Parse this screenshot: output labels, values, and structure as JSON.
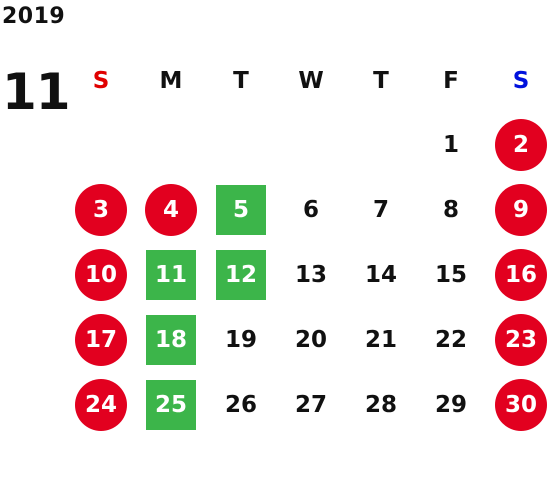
{
  "year": "2019",
  "month": "11",
  "weekdays": [
    {
      "label": "S",
      "kind": "sun"
    },
    {
      "label": "M",
      "kind": "weekday"
    },
    {
      "label": "T",
      "kind": "weekday"
    },
    {
      "label": "W",
      "kind": "weekday"
    },
    {
      "label": "T",
      "kind": "weekday"
    },
    {
      "label": "F",
      "kind": "weekday"
    },
    {
      "label": "S",
      "kind": "sat"
    }
  ],
  "colors": {
    "holiday_red": "#e2001f",
    "highlight_green": "#3cb54a",
    "sunday_text": "#e00000",
    "saturday_text": "#0011dd"
  },
  "weeks": [
    [
      null,
      null,
      null,
      null,
      null,
      {
        "day": "1",
        "style": "plain"
      },
      {
        "day": "2",
        "style": "red"
      }
    ],
    [
      {
        "day": "3",
        "style": "red"
      },
      {
        "day": "4",
        "style": "red"
      },
      {
        "day": "5",
        "style": "green"
      },
      {
        "day": "6",
        "style": "plain"
      },
      {
        "day": "7",
        "style": "plain"
      },
      {
        "day": "8",
        "style": "plain"
      },
      {
        "day": "9",
        "style": "red"
      }
    ],
    [
      {
        "day": "10",
        "style": "red"
      },
      {
        "day": "11",
        "style": "green"
      },
      {
        "day": "12",
        "style": "green"
      },
      {
        "day": "13",
        "style": "plain"
      },
      {
        "day": "14",
        "style": "plain"
      },
      {
        "day": "15",
        "style": "plain"
      },
      {
        "day": "16",
        "style": "red"
      }
    ],
    [
      {
        "day": "17",
        "style": "red"
      },
      {
        "day": "18",
        "style": "green"
      },
      {
        "day": "19",
        "style": "plain"
      },
      {
        "day": "20",
        "style": "plain"
      },
      {
        "day": "21",
        "style": "plain"
      },
      {
        "day": "22",
        "style": "plain"
      },
      {
        "day": "23",
        "style": "red"
      }
    ],
    [
      {
        "day": "24",
        "style": "red"
      },
      {
        "day": "25",
        "style": "green"
      },
      {
        "day": "26",
        "style": "plain"
      },
      {
        "day": "27",
        "style": "plain"
      },
      {
        "day": "28",
        "style": "plain"
      },
      {
        "day": "29",
        "style": "plain"
      },
      {
        "day": "30",
        "style": "red"
      }
    ]
  ]
}
